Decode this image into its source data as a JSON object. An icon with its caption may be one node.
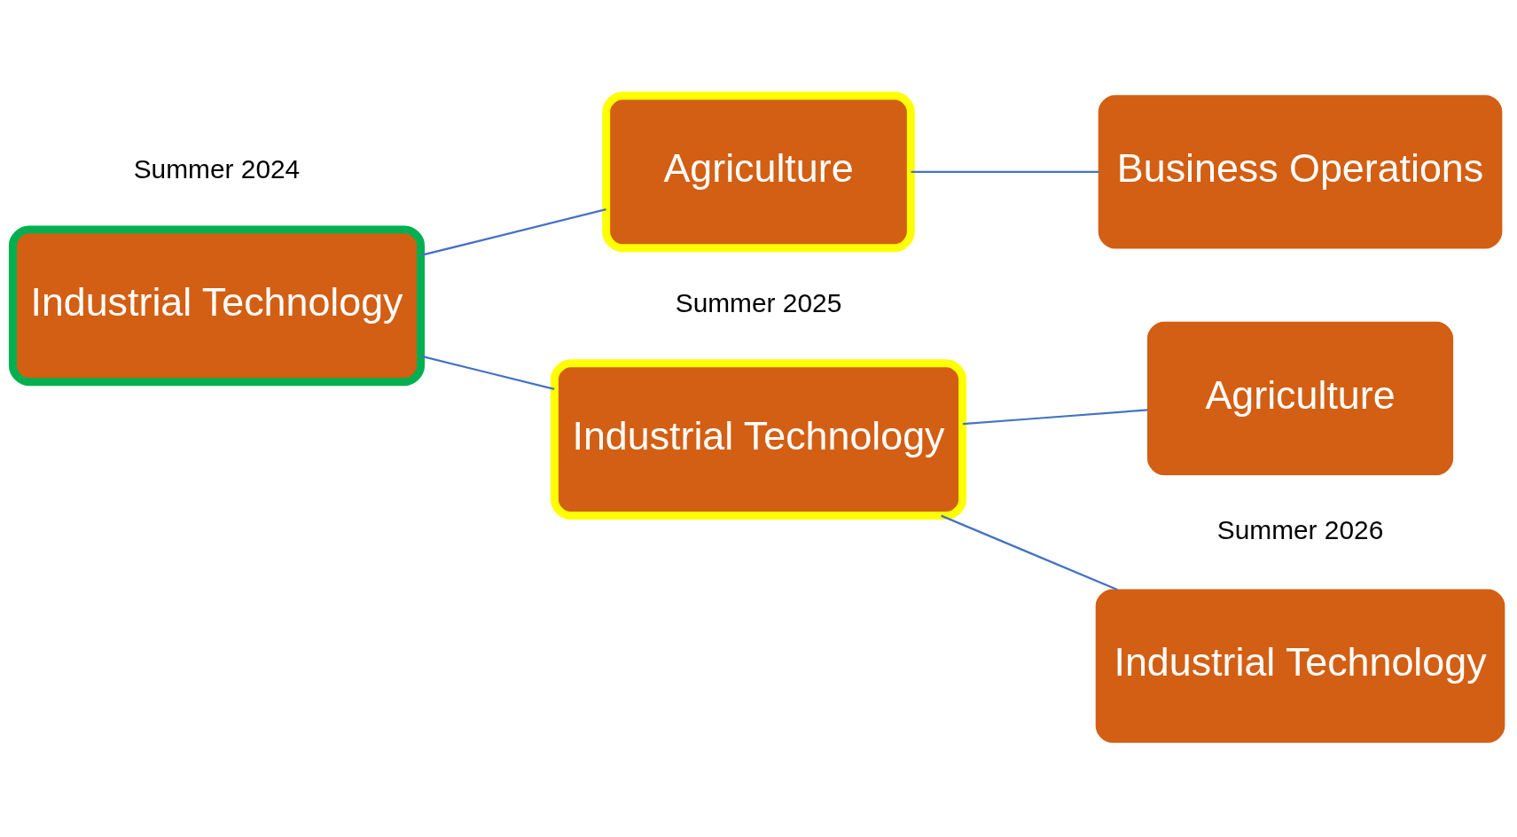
{
  "diagram": {
    "nodes": [
      {
        "text": [
          "Industrial Technology"
        ]
      },
      {
        "text": [
          "Industrial Technology"
        ]
      },
      {
        "text": [
          "Agriculture"
        ]
      },
      {
        "text": [
          "Industrial Technology"
        ]
      },
      {
        "text": [
          "Agriculture"
        ]
      },
      {
        "text": [
          "Business Operations"
        ]
      }
    ],
    "edges": [
      {
        "from": 0,
        "to": 1,
        "arrow": "none"
      },
      {
        "from": 0,
        "to": 2,
        "arrow": "none"
      },
      {
        "from": 1,
        "to": 3,
        "arrow": "none"
      },
      {
        "from": 1,
        "to": 4,
        "arrow": "none"
      },
      {
        "from": 2,
        "to": 5,
        "arrow": "none"
      }
    ],
    "labels": [
      "Summer 2024",
      "Summer 2025",
      "Summer 2026"
    ]
  }
}
